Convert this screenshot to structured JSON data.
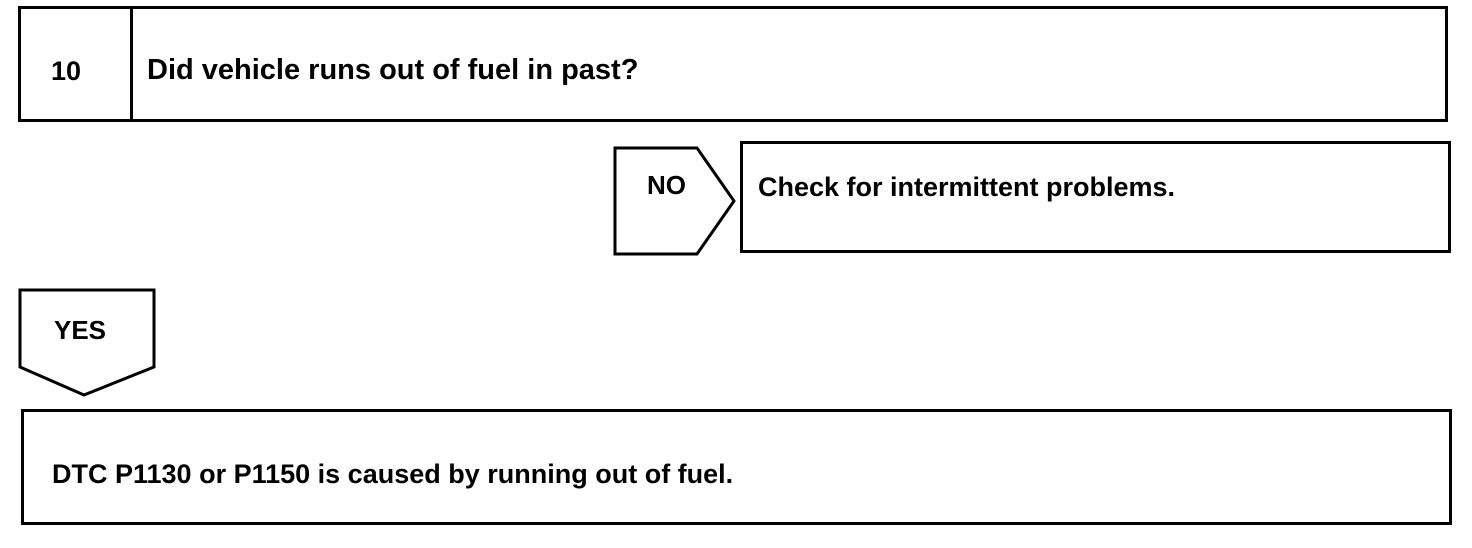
{
  "step": {
    "number": "10",
    "question": "Did vehicle runs out of fuel in past?"
  },
  "branch_no": {
    "label": "NO",
    "result": "Check for intermittent problems."
  },
  "branch_yes": {
    "label": "YES",
    "result": "DTC P1130 or P1150 is caused by running out of fuel."
  }
}
